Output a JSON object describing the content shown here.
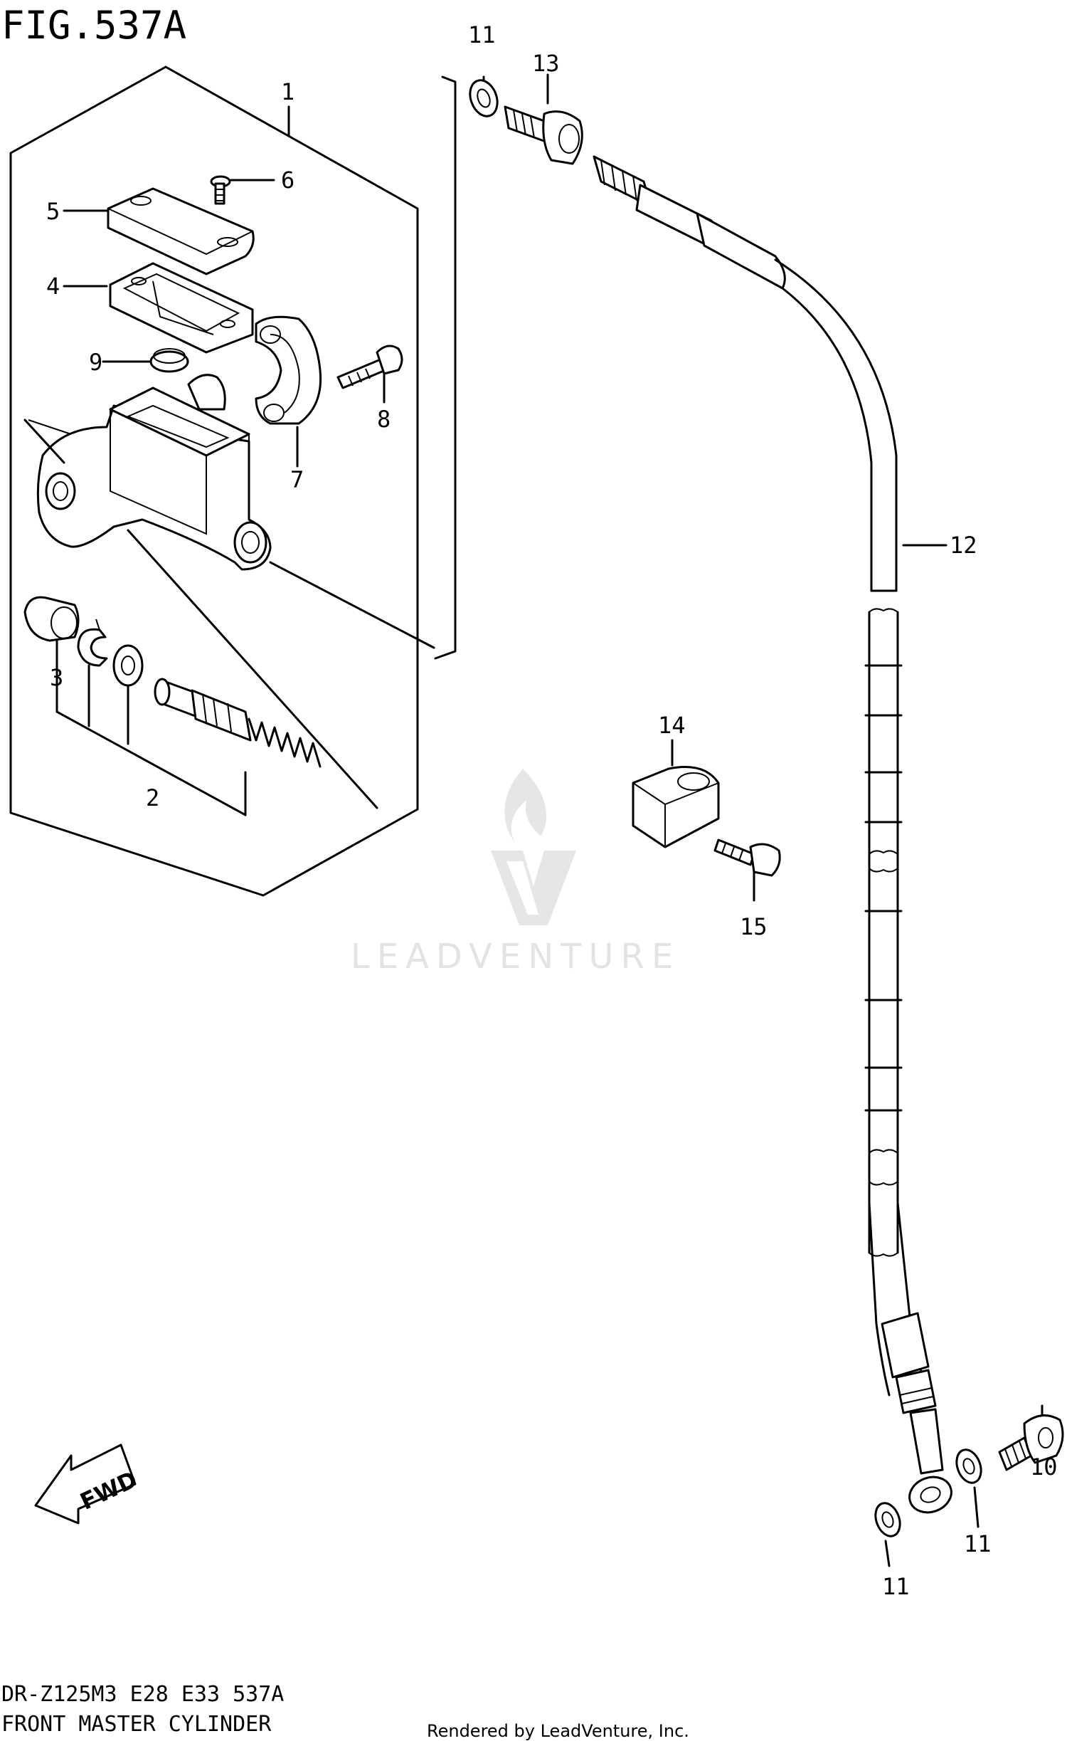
{
  "figure": {
    "title": "FIG.537A",
    "model_line": "DR-Z125M3 E28 E33 537A",
    "name": "FRONT MASTER CYLINDER",
    "rendered_by": "Rendered by LeadVenture, Inc.",
    "watermark": "LEADVENTURE",
    "fwd_label": "FWD"
  },
  "callouts": {
    "c1": "1",
    "c2": "2",
    "c3": "3",
    "c4": "4",
    "c5": "5",
    "c6": "6",
    "c7": "7",
    "c8": "8",
    "c9": "9",
    "c10": "10",
    "c11_top": "11",
    "c11_bottom": "11",
    "c11_right": "11",
    "c12": "12",
    "c13": "13",
    "c14": "14",
    "c15": "15"
  }
}
